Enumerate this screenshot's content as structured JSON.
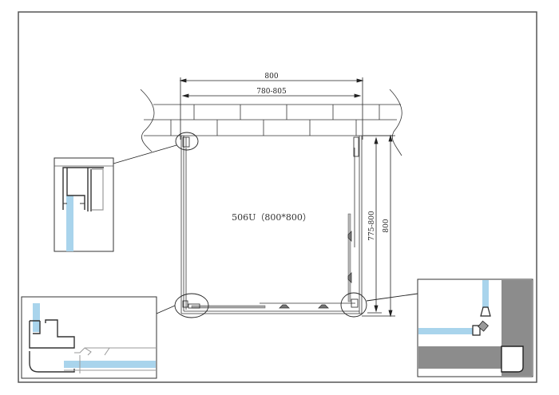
{
  "drawing": {
    "model_label": "506U（800*800）",
    "model_code": "506U",
    "size": "800*800",
    "dimensions": {
      "overall_width": "800",
      "adjustable_width": "780-805",
      "adjustable_depth": "775-800",
      "overall_depth": "800"
    },
    "details": [
      {
        "name": "top-left-wall-profile-detail"
      },
      {
        "name": "bottom-left-corner-detail"
      },
      {
        "name": "bottom-right-corner-detail"
      }
    ],
    "colors": {
      "frame": "#555555",
      "line": "#222222",
      "glass": "#a9d4ec",
      "wall_fill": "#8c8c8c"
    }
  }
}
